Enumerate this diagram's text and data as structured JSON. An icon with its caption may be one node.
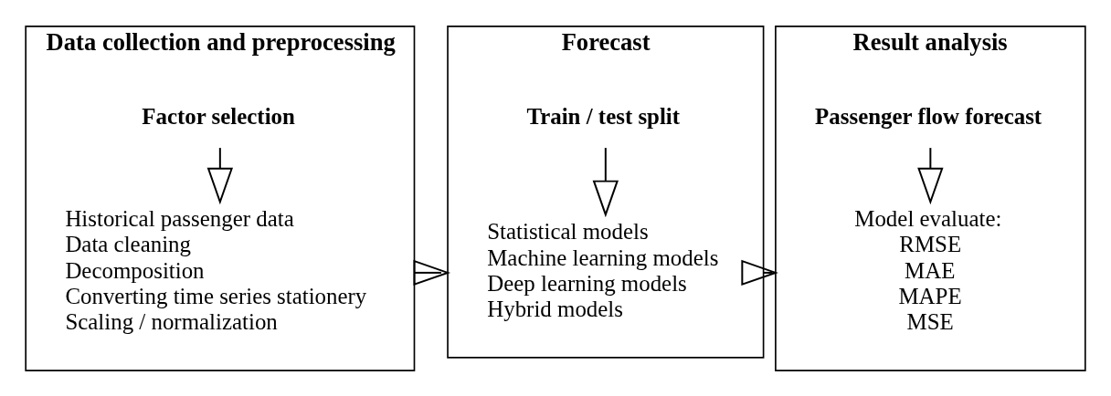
{
  "diagram": {
    "nodes": [
      {
        "text": [
          "Data collection and preprocessing"
        ]
      },
      {
        "text": [
          "Factor selection"
        ],
        "in": 0
      },
      {
        "text": [
          "Historical passenger data",
          "Data cleaning",
          "Decomposition",
          "Converting time series stationery",
          "Scaling / normalization"
        ],
        "in": 0
      },
      {
        "text": [
          "Forecast"
        ]
      },
      {
        "text": [
          "Train / test split"
        ],
        "in": 3
      },
      {
        "text": [
          "Statistical models",
          "Machine learning models",
          "Deep learning models",
          "Hybrid models"
        ],
        "in": 3
      },
      {
        "text": [
          "Result analysis"
        ]
      },
      {
        "text": [
          "Passenger flow forecast"
        ],
        "in": 6
      },
      {
        "text": [
          "Model evaluate:",
          "RMSE",
          "MAE",
          "MAPE",
          "MSE"
        ],
        "in": 6
      }
    ],
    "edges": [
      {
        "from": 1,
        "to": 2,
        "arrow": "to"
      },
      {
        "from": 0,
        "to": 3,
        "arrow": "to"
      },
      {
        "from": 4,
        "to": 5,
        "arrow": "to"
      },
      {
        "from": 3,
        "to": 6,
        "arrow": "to"
      },
      {
        "from": 7,
        "to": 8,
        "arrow": "to"
      }
    ]
  }
}
